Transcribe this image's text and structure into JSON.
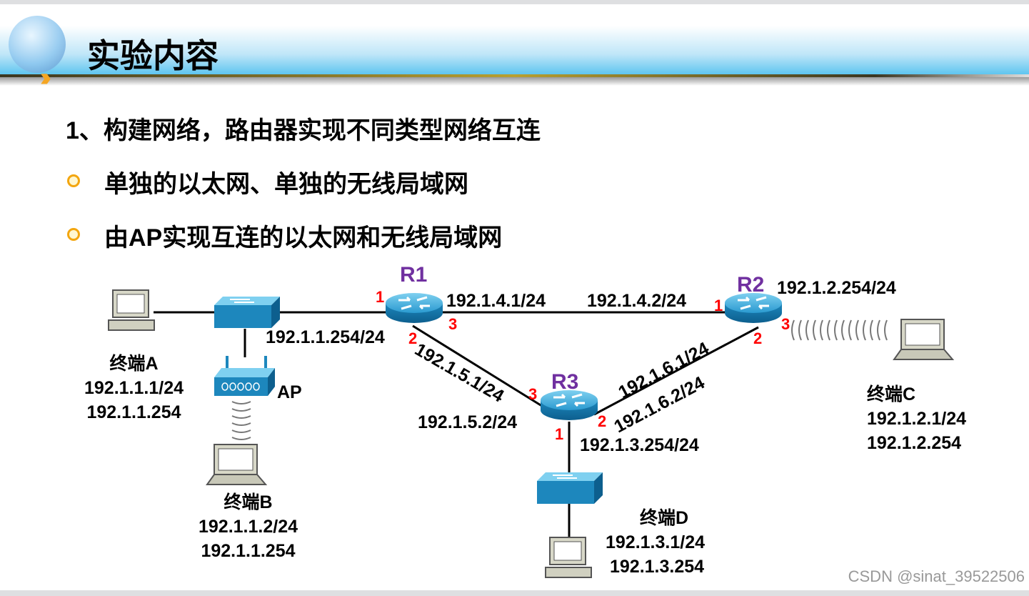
{
  "slide": {
    "title": "实验内容",
    "heading": "1、构建网络，路由器实现不同类型网络互连",
    "bullets": [
      "单独的以太网、单独的无线局域网",
      "由AP实现互连的以太网和无线局域网"
    ]
  },
  "diagram": {
    "routers": {
      "r1": "R1",
      "r2": "R2",
      "r3": "R3"
    },
    "ports": {
      "r1_1": "1",
      "r1_2": "2",
      "r1_3": "3",
      "r2_1": "1",
      "r2_2": "2",
      "r2_3": "3",
      "r3_1": "1",
      "r3_2": "2",
      "r3_3": "3"
    },
    "links": {
      "r1_lan": "192.1.1.254/24",
      "r1_r2_a": "192.1.4.1/24",
      "r1_r2_b": "192.1.4.2/24",
      "r1_r3_a": "192.1.5.1/24",
      "r1_r3_b": "192.1.5.2/24",
      "r2_r3_a": "192.1.6.1/24",
      "r2_r3_b": "192.1.6.2/24",
      "r2_wlan": "192.1.2.254/24",
      "r3_lan": "192.1.3.254/24"
    },
    "ap_label": "AP",
    "terminals": {
      "a": {
        "name": "终端A",
        "ip": "192.1.1.1/24",
        "gw": "192.1.1.254"
      },
      "b": {
        "name": "终端B",
        "ip": "192.1.1.2/24",
        "gw": "192.1.1.254"
      },
      "c": {
        "name": "终端C",
        "ip": "192.1.2.1/24",
        "gw": "192.1.2.254"
      },
      "d": {
        "name": "终端D",
        "ip": "192.1.3.1/24",
        "gw": "192.1.3.254"
      }
    }
  },
  "watermark": "CSDN @sinat_39522506"
}
